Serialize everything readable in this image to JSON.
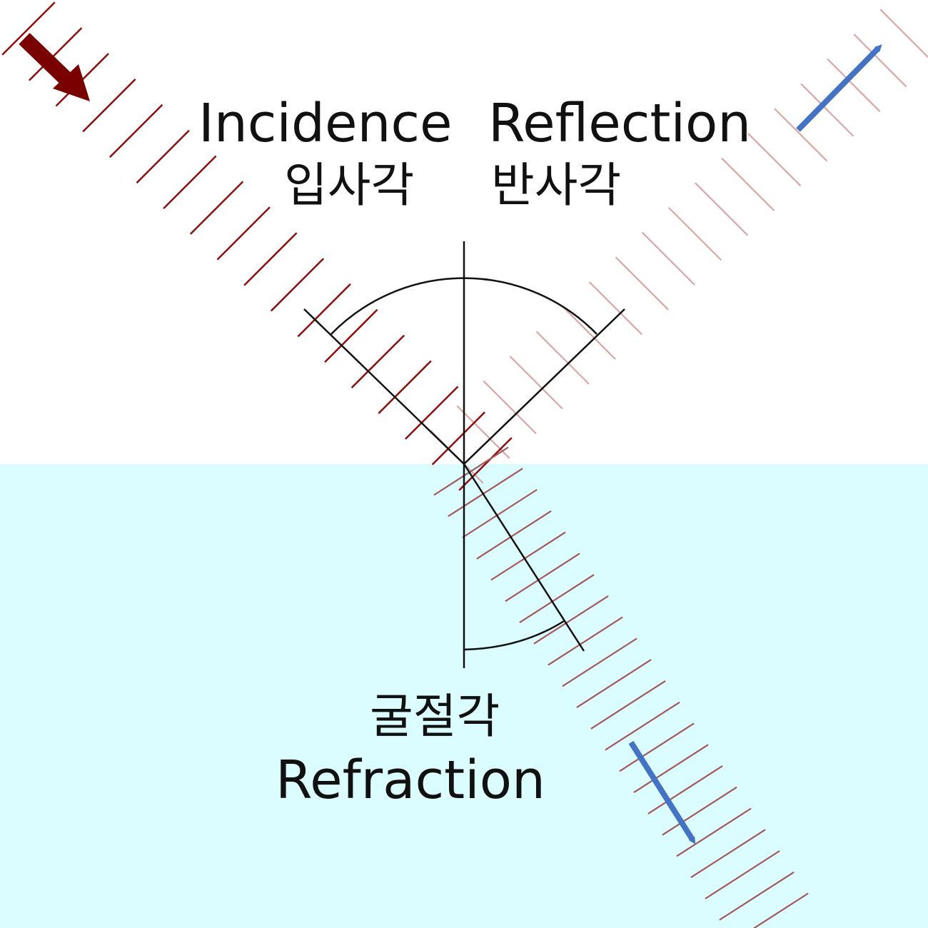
{
  "labels": {
    "incidence_en": "Incidence",
    "incidence_ko": "입사각",
    "reflection_en": "Reflection",
    "reflection_ko": "반사각",
    "refraction_ko": "굴절각",
    "refraction_en": "Refraction"
  },
  "colors": {
    "background": "#ffffff",
    "water": "#dcfdff",
    "incident_wavefront": "#8b0f0f",
    "reflected_wavefront": "#d9a6a6",
    "refracted_wavefront": "#a45858",
    "incident_arrow": "#7a0000",
    "blue_arrow": "#4472c4",
    "construction_line": "#111111"
  },
  "icons": {
    "incident_direction": "thick-arrow-down-right-icon",
    "reflected_direction": "arrow-up-right-icon",
    "refracted_direction": "arrow-down-right-icon"
  }
}
